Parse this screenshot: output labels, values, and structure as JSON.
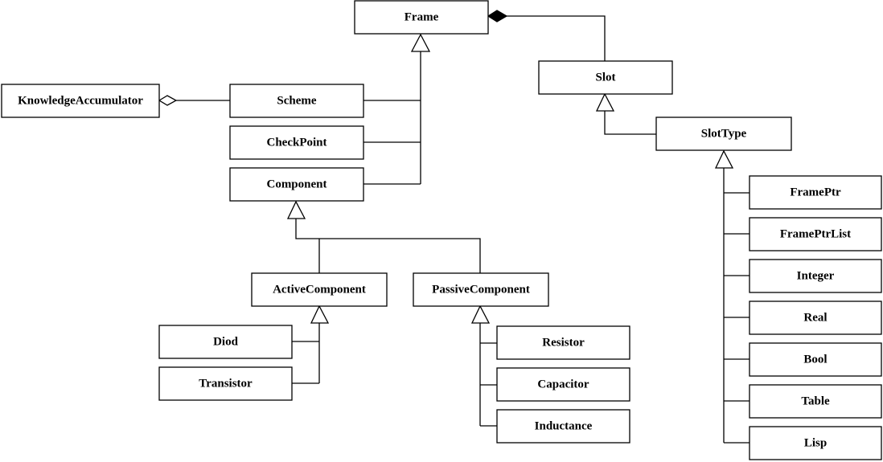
{
  "classes": {
    "frame": "Frame",
    "slot": "Slot",
    "slot_type": "SlotType",
    "knowledge_accumulator": "KnowledgeAccumulator",
    "scheme": "Scheme",
    "check_point": "CheckPoint",
    "component": "Component",
    "active_component": "ActiveComponent",
    "passive_component": "PassiveComponent",
    "diod": "Diod",
    "transistor": "Transistor",
    "resistor": "Resistor",
    "capacitor": "Capacitor",
    "inductance": "Inductance",
    "frame_ptr": "FramePtr",
    "frame_ptr_list": "FramePtrList",
    "integer": "Integer",
    "real": "Real",
    "bool": "Bool",
    "table": "Table",
    "lisp": "Lisp"
  },
  "relations": [
    {
      "type": "composition",
      "whole": "frame",
      "part": "slot"
    },
    {
      "type": "aggregation",
      "whole": "knowledge_accumulator",
      "part": "scheme"
    },
    {
      "type": "generalization",
      "parent": "frame",
      "children": [
        "scheme",
        "check_point",
        "component"
      ]
    },
    {
      "type": "generalization",
      "parent": "slot",
      "children": [
        "slot_type"
      ]
    },
    {
      "type": "generalization",
      "parent": "component",
      "children": [
        "active_component",
        "passive_component"
      ]
    },
    {
      "type": "generalization",
      "parent": "active_component",
      "children": [
        "diod",
        "transistor"
      ]
    },
    {
      "type": "generalization",
      "parent": "passive_component",
      "children": [
        "resistor",
        "capacitor",
        "inductance"
      ]
    },
    {
      "type": "generalization",
      "parent": "slot_type",
      "children": [
        "frame_ptr",
        "frame_ptr_list",
        "integer",
        "real",
        "bool",
        "table",
        "lisp"
      ]
    }
  ]
}
